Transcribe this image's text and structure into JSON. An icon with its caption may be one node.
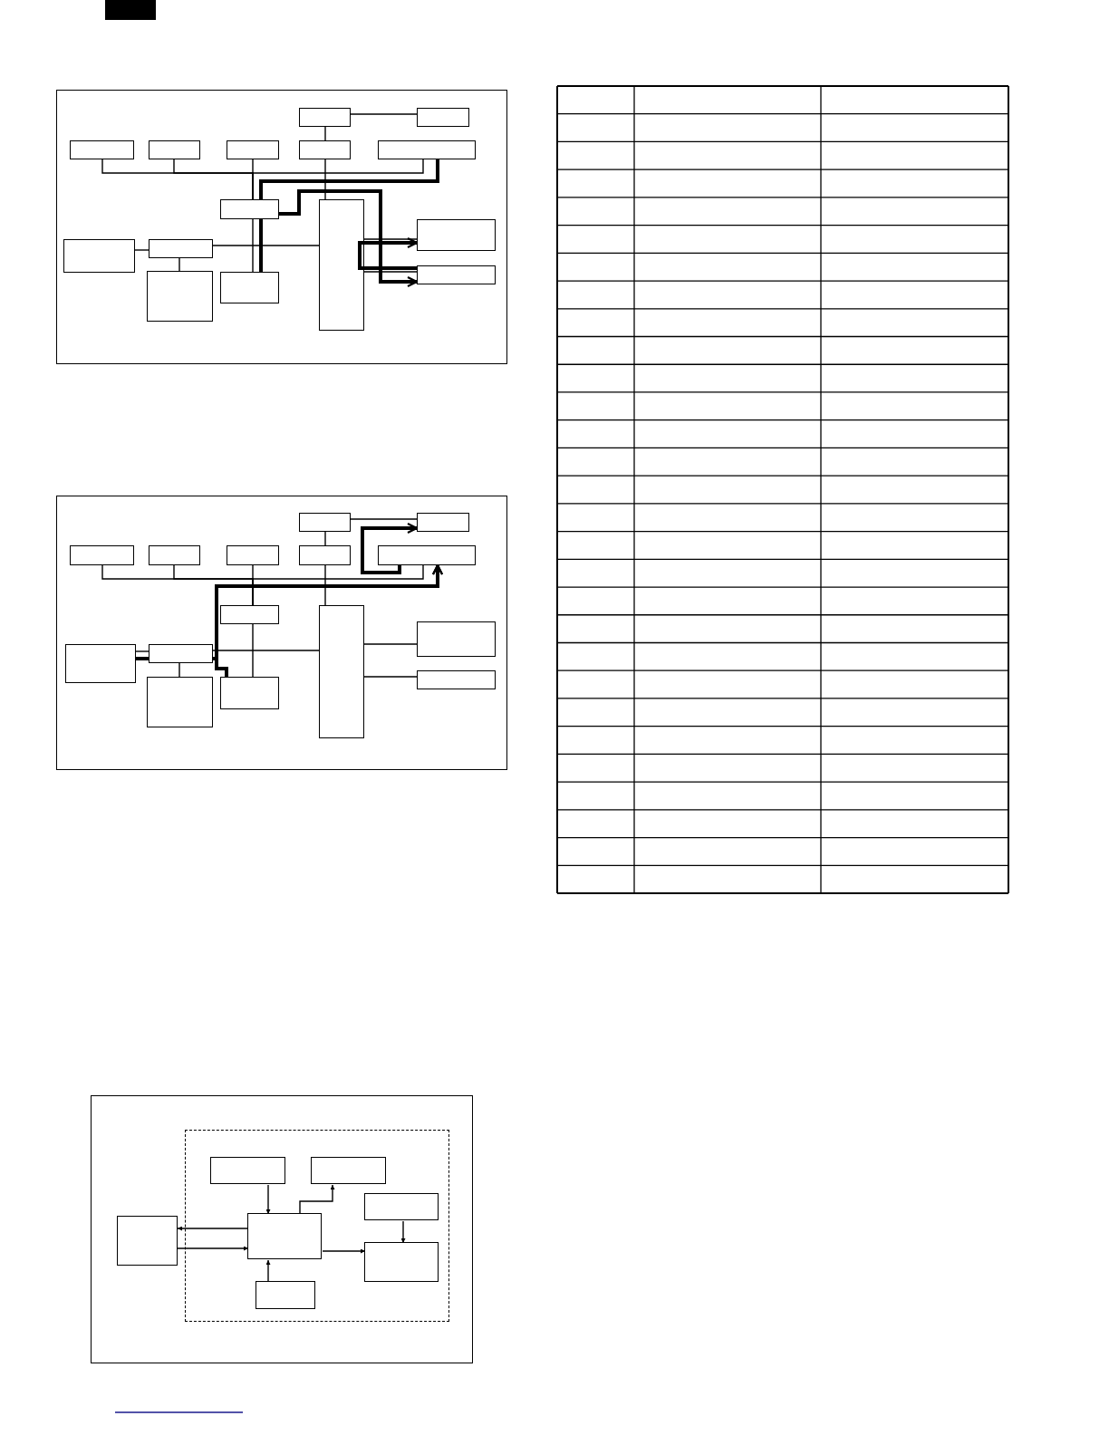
{
  "diagram": {
    "nodes": [
      {
        "text": [],
        "shape": "box"
      },
      {
        "text": [],
        "shape": "box",
        "in": 0
      },
      {
        "text": [],
        "shape": "box",
        "in": 0
      },
      {
        "text": [],
        "shape": "box",
        "in": 0
      },
      {
        "text": [],
        "shape": "box",
        "in": 0
      },
      {
        "text": [],
        "shape": "box",
        "in": 0
      },
      {
        "text": [],
        "shape": "box",
        "in": 0
      },
      {
        "text": [],
        "shape": "box",
        "in": 0
      },
      {
        "text": [],
        "shape": "box",
        "in": 0
      },
      {
        "text": [],
        "shape": "box",
        "in": 0
      },
      {
        "text": [],
        "shape": "box",
        "in": 0
      },
      {
        "text": [],
        "shape": "box",
        "in": 0
      },
      {
        "text": [],
        "shape": "box",
        "in": 0
      },
      {
        "text": [],
        "shape": "box",
        "in": 0
      },
      {
        "text": [],
        "shape": "box",
        "in": 0
      },
      {
        "text": [],
        "shape": "box",
        "in": 0
      },
      {
        "text": [],
        "shape": "box"
      },
      {
        "text": [],
        "shape": "box",
        "in": 16
      },
      {
        "text": [],
        "shape": "box",
        "in": 16
      },
      {
        "text": [],
        "shape": "box",
        "in": 16
      },
      {
        "text": [],
        "shape": "box",
        "in": 16
      },
      {
        "text": [],
        "shape": "box",
        "in": 16
      },
      {
        "text": [],
        "shape": "box",
        "in": 16
      },
      {
        "text": [],
        "shape": "box",
        "in": 16
      },
      {
        "text": [],
        "shape": "box",
        "in": 16
      },
      {
        "text": [],
        "shape": "box",
        "in": 16
      },
      {
        "text": [],
        "shape": "box",
        "in": 16
      },
      {
        "text": [],
        "shape": "box",
        "in": 16
      },
      {
        "text": [],
        "shape": "box",
        "in": 16
      },
      {
        "text": [],
        "shape": "box",
        "in": 16
      },
      {
        "text": [],
        "shape": "box",
        "in": 16
      },
      {
        "text": [],
        "shape": "box",
        "in": 16
      },
      {
        "text": [],
        "shape": "box"
      },
      {
        "text": [],
        "shape": "box",
        "in": 32
      },
      {
        "text": [],
        "shape": "box",
        "in": 33
      },
      {
        "text": [],
        "shape": "box",
        "in": 33
      },
      {
        "text": [],
        "shape": "box",
        "in": 33
      },
      {
        "text": [],
        "shape": "box",
        "in": 33
      },
      {
        "text": [],
        "shape": "box",
        "in": 32
      },
      {
        "text": [],
        "shape": "box",
        "in": 33
      },
      {
        "text": [],
        "shape": "box",
        "in": 33
      }
    ],
    "edges": [
      {
        "from": 1,
        "to": 2,
        "arrow": "none"
      },
      {
        "from": 1,
        "to": 6,
        "arrow": "none"
      },
      {
        "from": 3,
        "to": 8,
        "arrow": "none"
      },
      {
        "from": 4,
        "to": 8,
        "arrow": "none"
      },
      {
        "from": 5,
        "to": 8,
        "arrow": "none"
      },
      {
        "from": 7,
        "to": 8,
        "arrow": "none"
      },
      {
        "from": 6,
        "to": 9,
        "arrow": "none"
      },
      {
        "from": 8,
        "to": 15,
        "arrow": "none"
      },
      {
        "from": 11,
        "to": 12,
        "arrow": "none"
      },
      {
        "from": 12,
        "to": 14,
        "arrow": "none"
      },
      {
        "from": 12,
        "to": 9,
        "arrow": "none"
      },
      {
        "from": 9,
        "to": 10,
        "arrow": "none"
      },
      {
        "from": 9,
        "to": 13,
        "arrow": "none"
      },
      {
        "from": 7,
        "to": 8,
        "arrow": "none",
        "style": "thick"
      },
      {
        "from": 8,
        "to": 15,
        "arrow": "none",
        "style": "thick"
      },
      {
        "from": 8,
        "to": 13,
        "arrow": "to",
        "style": "thick"
      },
      {
        "from": 13,
        "to": 10,
        "arrow": "to",
        "style": "thick"
      },
      {
        "from": 17,
        "to": 18,
        "arrow": "none"
      },
      {
        "from": 17,
        "to": 22,
        "arrow": "none"
      },
      {
        "from": 19,
        "to": 24,
        "arrow": "none"
      },
      {
        "from": 20,
        "to": 24,
        "arrow": "none"
      },
      {
        "from": 21,
        "to": 24,
        "arrow": "none"
      },
      {
        "from": 23,
        "to": 24,
        "arrow": "none"
      },
      {
        "from": 22,
        "to": 25,
        "arrow": "none"
      },
      {
        "from": 24,
        "to": 31,
        "arrow": "none"
      },
      {
        "from": 27,
        "to": 28,
        "arrow": "none"
      },
      {
        "from": 28,
        "to": 30,
        "arrow": "none"
      },
      {
        "from": 28,
        "to": 25,
        "arrow": "none"
      },
      {
        "from": 25,
        "to": 26,
        "arrow": "none"
      },
      {
        "from": 25,
        "to": 29,
        "arrow": "none"
      },
      {
        "from": 27,
        "to": 28,
        "arrow": "none",
        "style": "thick"
      },
      {
        "from": 28,
        "to": 23,
        "arrow": "to",
        "style": "thick"
      },
      {
        "from": 31,
        "to": 23,
        "arrow": "to",
        "style": "thick"
      },
      {
        "from": 23,
        "to": 18,
        "arrow": "to",
        "style": "thick"
      },
      {
        "from": 34,
        "to": 37,
        "arrow": "to"
      },
      {
        "from": 37,
        "to": 35,
        "arrow": "to"
      },
      {
        "from": 37,
        "to": 38,
        "arrow": "to"
      },
      {
        "from": 38,
        "to": 37,
        "arrow": "to"
      },
      {
        "from": 37,
        "to": 39,
        "arrow": "to"
      },
      {
        "from": 36,
        "to": 39,
        "arrow": "to"
      },
      {
        "from": 40,
        "to": 37,
        "arrow": "to"
      }
    ]
  }
}
